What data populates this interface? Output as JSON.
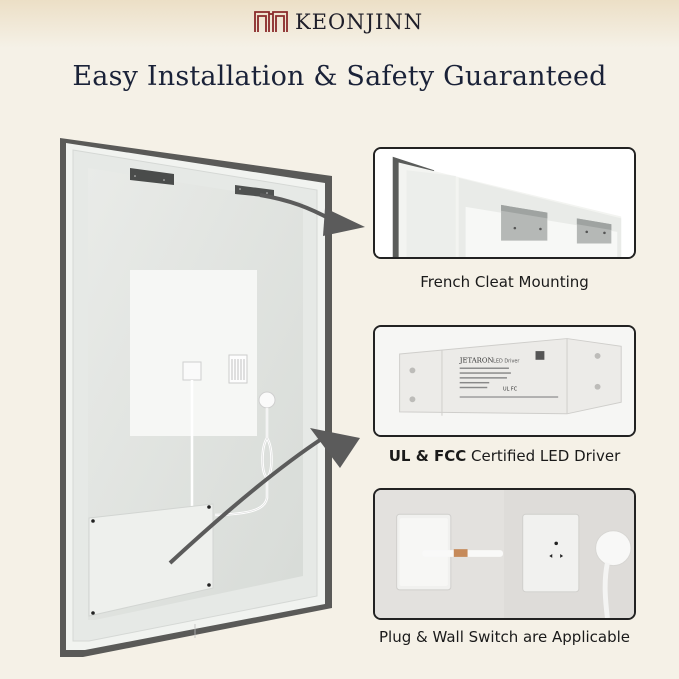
{
  "brand": {
    "name": "KEONJINN",
    "logo_icon": "door-frame-logo-icon",
    "logo_color": "#8a2a2a"
  },
  "headline": "Easy Installation & Safety Guaranteed",
  "colors": {
    "background": "#f5f1e7",
    "headline": "#1a2238",
    "arrow": "#5b5b5b",
    "card_border": "#222222"
  },
  "illustration": {
    "subject": "mirror-back-view",
    "elements": [
      "french-cleat-brackets",
      "label-sticker",
      "power-cord-plug",
      "driver-cover-plate",
      "arrow-to-cleat",
      "arrow-to-driver"
    ]
  },
  "features": [
    {
      "caption": "French Cleat Mounting",
      "image": "french-cleat-closeup"
    },
    {
      "caption_bold": "UL & FCC",
      "caption_rest": " Certified LED Driver",
      "image": "led-driver-box",
      "driver_label": {
        "brand": "JETARON",
        "title": "LED Driver"
      }
    },
    {
      "caption": "Plug & Wall Switch are Applicable",
      "image": "wall-switch-and-outlet"
    }
  ]
}
